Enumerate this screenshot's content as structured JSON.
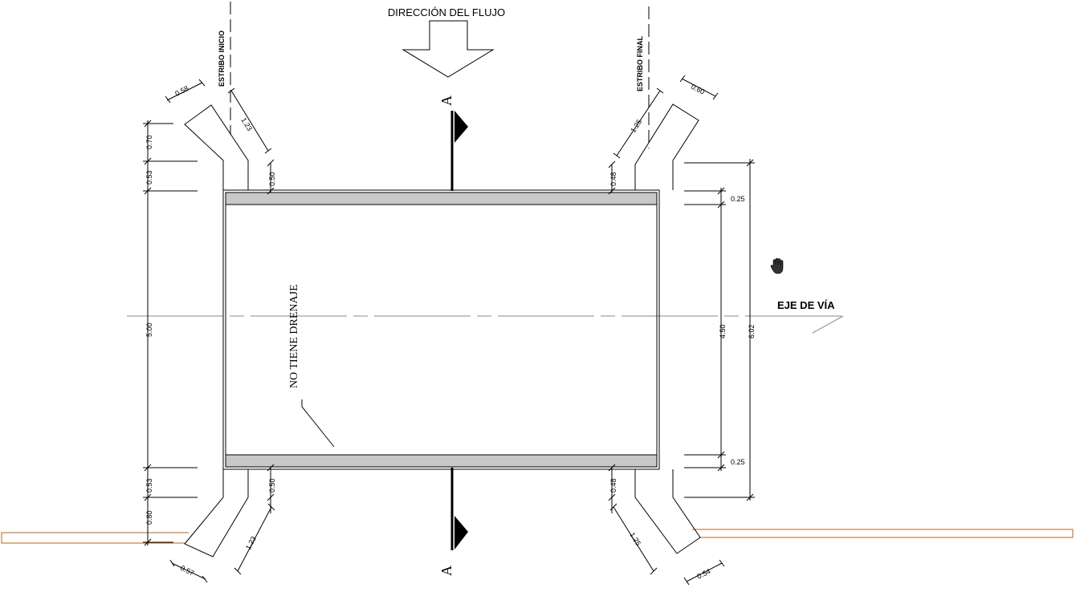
{
  "labels": {
    "flow_direction": "DIRECCIÓN DEL FLUJO",
    "estribo_inicio": "ESTRIBO INICIO",
    "estribo_final": "ESTRIBO FINAL",
    "eje_de_via": "EJE DE VÍA",
    "no_drenaje": "NO TIENE DRENAJE",
    "section_mark": "A"
  },
  "dimensions": {
    "tl_width": "0.58",
    "tl_diag": "1.23",
    "tl_v1": "0.70",
    "tl_v2": "0.53",
    "tl_v3": "0.50",
    "left_total": "5.00",
    "bl_v1": "0.53",
    "bl_v2": "0.50",
    "bl_v3": "0.80",
    "bl_diag": "1.23",
    "bl_width": "0.57",
    "tr_width": "0.60",
    "tr_diag": "1.25",
    "tr_v": "0.48",
    "right_top": "0.25",
    "right_mid": "4.50",
    "right_total": "6.02",
    "right_bottom": "0.25",
    "br_v": "0.48",
    "br_diag": "1.25",
    "br_width": "0.54"
  },
  "colors": {
    "line": "#000000",
    "deck_fill": "#c8c8c8",
    "axis": "#8a8a8a",
    "road_edge": "#b5651d"
  },
  "icons": {
    "cursor": "hand-icon"
  }
}
